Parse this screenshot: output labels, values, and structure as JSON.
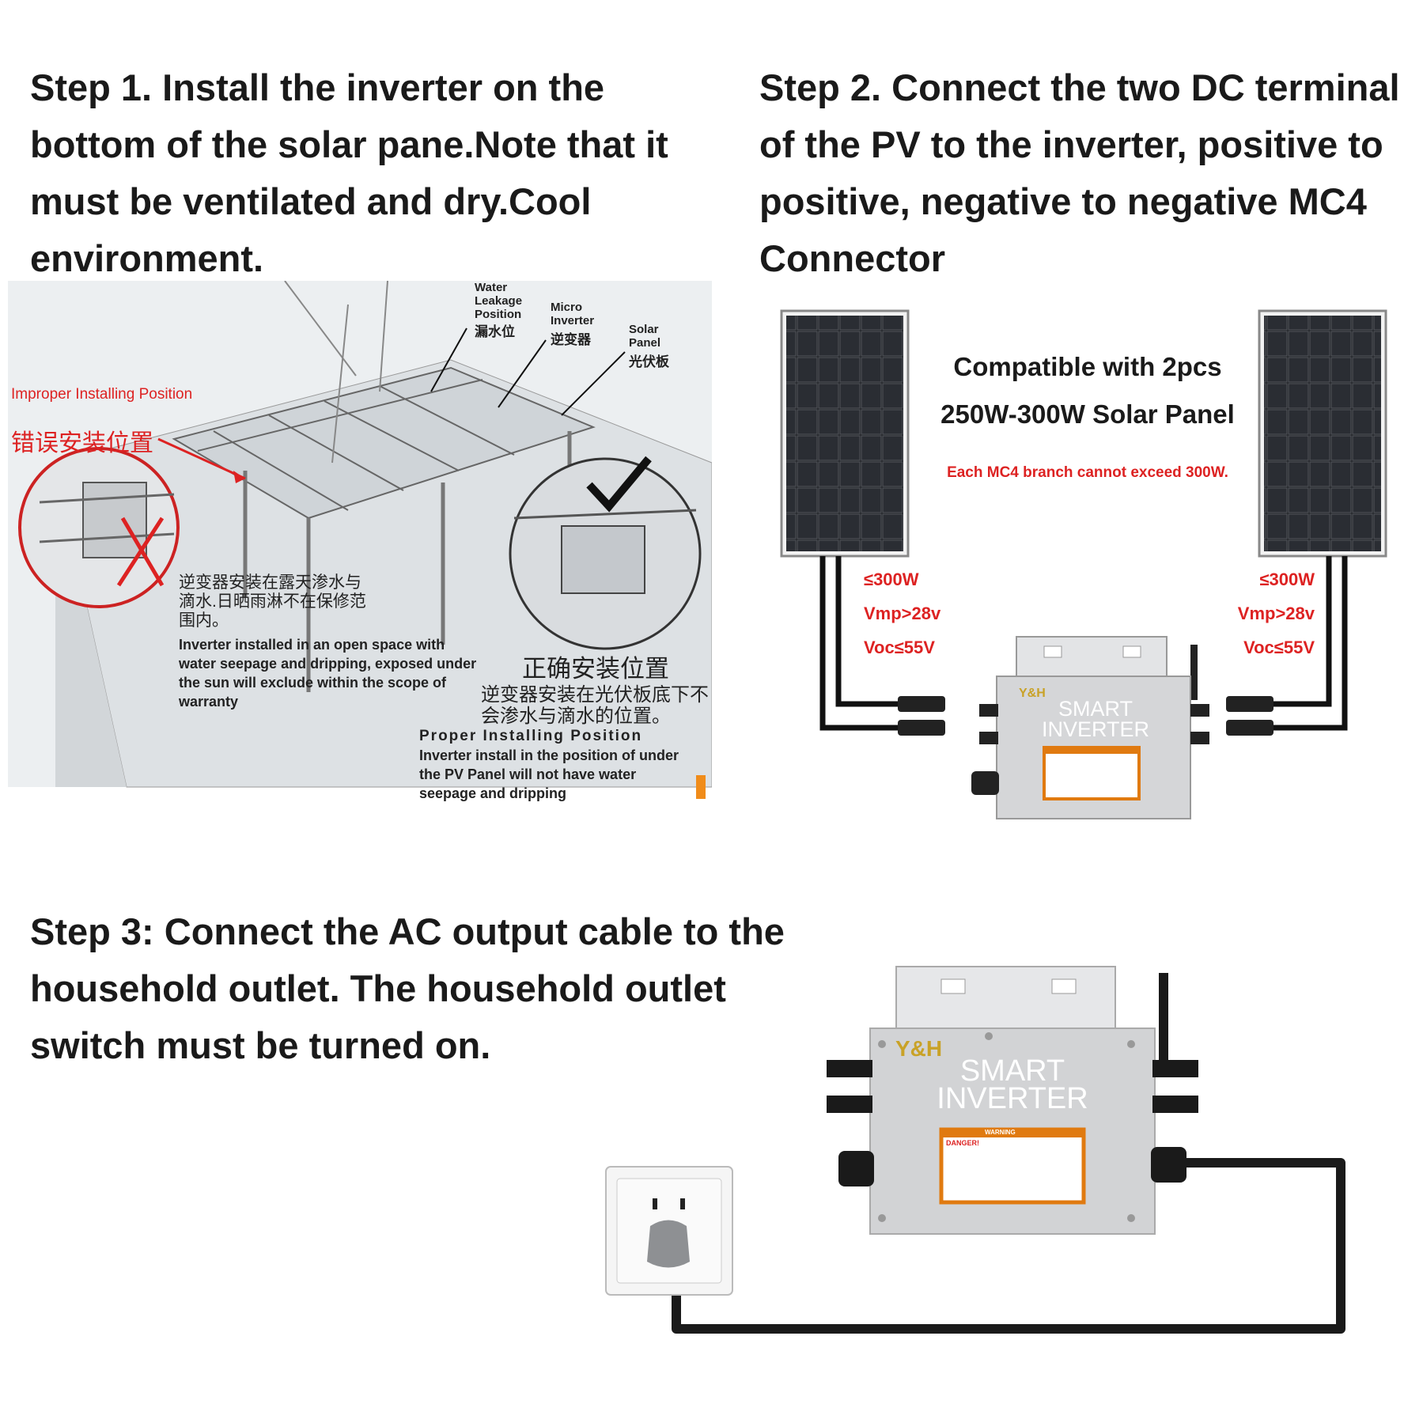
{
  "step1": {
    "text": "Step 1. Install the inverter on the bottom of the solar pane.Note that it must be ventilated and dry.Cool environment.",
    "labels": {
      "water_leakage_en": "Water Leakage Position",
      "water_leakage_cn": "漏水位",
      "micro_inverter_en": "Micro Inverter",
      "micro_inverter_cn": "逆变器",
      "solar_panel_en": "Solar Panel",
      "solar_panel_cn": "光伏板",
      "improper_en": "Improper Installing Position",
      "improper_cn": "错误安装位置",
      "improper_desc_cn": "逆变器安装在露天渗水与滴水.日晒雨淋不在保修范围内。",
      "improper_desc_en": "Inverter installed in an open space with water seepage and dripping, exposed under the sun will exclude within the scope of warranty",
      "proper_cn_title": "正确安装位置",
      "proper_cn_desc": "逆变器安装在光伏板底下不会渗水与滴水的位置。",
      "proper_en_title": "Proper Installing Position",
      "proper_en_desc": "Inverter install in the position of under the PV Panel will not have water seepage and dripping"
    }
  },
  "step2": {
    "text": "Step 2. Connect the two DC terminal of the PV to the inverter, positive to positive, negative to negative MC4 Connector",
    "compat_line1": "Compatible with 2pcs",
    "compat_line2": "250W-300W Solar Panel",
    "note": "Each MC4 branch cannot exceed 300W.",
    "left_specs": [
      "≤300W",
      "Vmp>28v",
      "Voc≤55V"
    ],
    "right_specs": [
      "≤300W",
      "Vmp>28v",
      "Voc≤55V"
    ]
  },
  "step3": {
    "text": "Step 3: Connect the AC output cable to the household outlet. The household outlet switch must be turned on."
  },
  "inverter": {
    "brand": "Y&H",
    "line1": "SMART",
    "line2": "INVERTER",
    "warning": "WARNING",
    "danger": "DANGER!"
  },
  "colors": {
    "red": "#dd2222",
    "panel": "#1d1f24",
    "inverter": "#d9dadc",
    "brand": "#c9a227"
  }
}
